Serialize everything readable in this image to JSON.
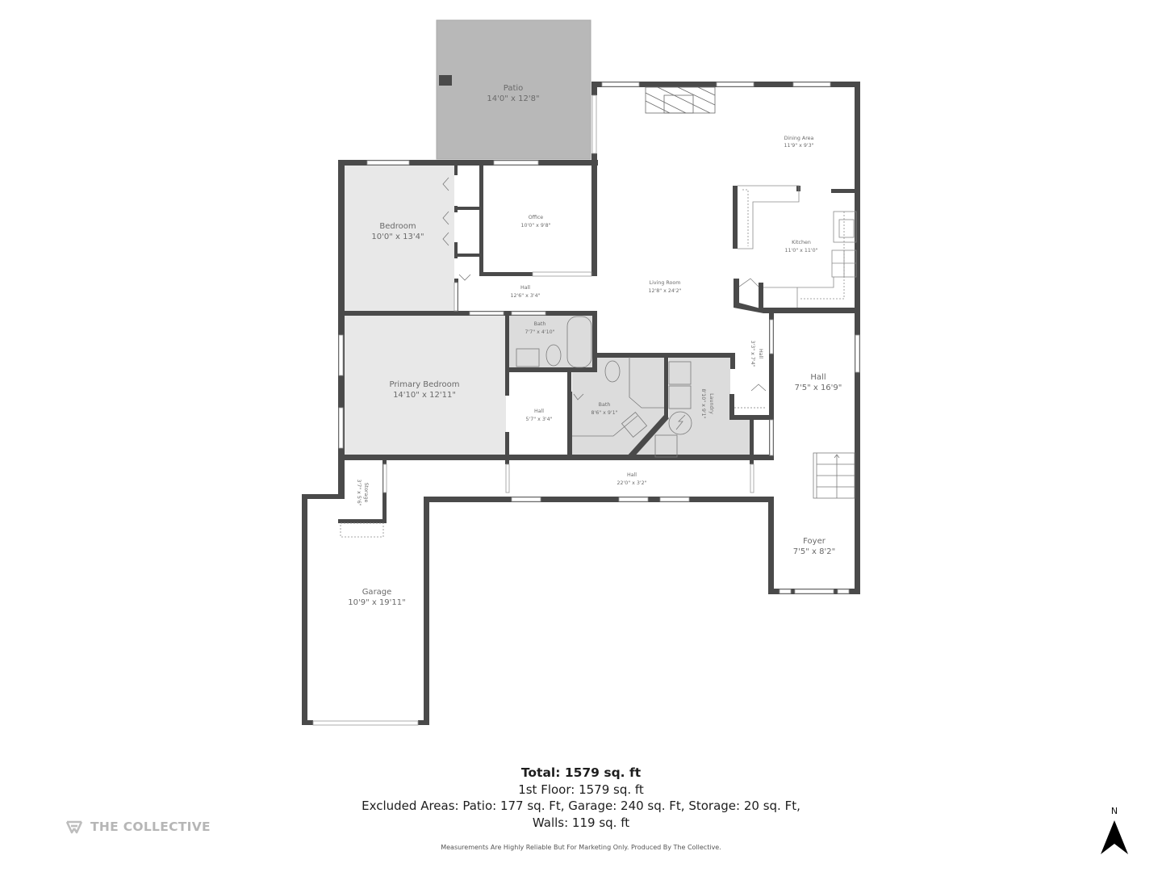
{
  "floorplan": {
    "title": "1st Floor",
    "colors": {
      "wall": "#4a4a4a",
      "patio_fill": "#b8b8b8",
      "room_fill_gray": "#e8e8e8",
      "bath_fill": "#dcdcdc",
      "background": "#ffffff",
      "label": "#6a6a6a"
    },
    "rooms": {
      "patio": {
        "name": "Patio",
        "dims": "14'0\" x 12'8\""
      },
      "dining": {
        "name": "Dining Area",
        "dims": "11'9\" x 9'3\""
      },
      "bedroom": {
        "name": "Bedroom",
        "dims": "10'0\" x 13'4\""
      },
      "office": {
        "name": "Office",
        "dims": "10'0\" x 9'8\""
      },
      "kitchen": {
        "name": "Kitchen",
        "dims": "11'0\" x 11'0\""
      },
      "hall_upper": {
        "name": "Hall",
        "dims": "12'6\" x 3'4\""
      },
      "living": {
        "name": "Living Room",
        "dims": "12'8\" x 24'2\""
      },
      "bath1": {
        "name": "Bath",
        "dims": "7'7\" x 4'10\""
      },
      "hall_small": {
        "name": "Hall",
        "dims": "3'3\" x 7'4\""
      },
      "hall_right": {
        "name": "Hall",
        "dims": "7'5\" x 16'9\""
      },
      "primary_bedroom": {
        "name": "Primary Bedroom",
        "dims": "14'10\" x 12'11\""
      },
      "bath2": {
        "name": "Bath",
        "dims": "8'6\" x 9'1\""
      },
      "laundry": {
        "name": "Laundry",
        "dims": "8'10\" x 9'1\""
      },
      "hall_mid": {
        "name": "Hall",
        "dims": "5'7\" x 3'4\""
      },
      "hall_lower": {
        "name": "Hall",
        "dims": "22'0\" x 3'2\""
      },
      "storage": {
        "name": "Storage",
        "dims": "3'7\" x 5'6\""
      },
      "foyer": {
        "name": "Foyer",
        "dims": "7'5\" x 8'2\""
      },
      "garage": {
        "name": "Garage",
        "dims": "10'9\" x 19'11\""
      }
    }
  },
  "summary": {
    "total": "Total: 1579 sq. ft",
    "floor1": "1st Floor: 1579 sq. ft",
    "excluded": "Excluded Areas: Patio: 177 sq. Ft, Garage: 240 sq. Ft, Storage: 20 sq. Ft,",
    "walls": "Walls: 119 sq. ft",
    "disclaimer": "Measurements Are Highly Reliable But For Marketing Only. Produced By The Collective."
  },
  "branding": {
    "logo_text": "THE COLLECTIVE",
    "logo_icon": "collective-logo-icon"
  },
  "compass": {
    "label": "N",
    "icon": "north-arrow-icon"
  }
}
